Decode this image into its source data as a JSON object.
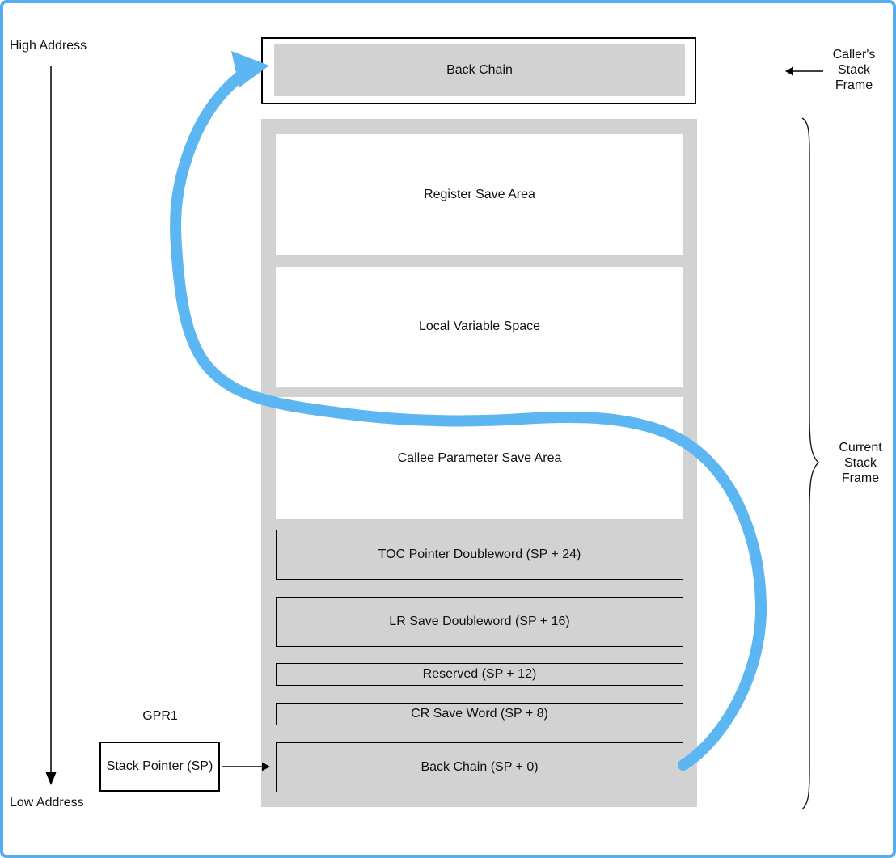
{
  "colors": {
    "accent_blue": "#5BB6F2",
    "page_border_blue": "#55AFEF",
    "box_gray": "#D2D2D2",
    "line_black": "#000000"
  },
  "side_labels": {
    "high_address": "High Address",
    "low_address": "Low Address"
  },
  "caller_frame": {
    "box_label": "Back Chain",
    "annotation": [
      "Caller's",
      "Stack",
      "Frame"
    ]
  },
  "current_frame": {
    "annotation": [
      "Current",
      "Stack",
      "Frame"
    ],
    "boxes": [
      {
        "label": "Register Save Area",
        "style": "white"
      },
      {
        "label": "Local Variable Space",
        "style": "white"
      },
      {
        "label": "Callee Parameter Save Area",
        "style": "white"
      },
      {
        "label": "TOC Pointer Doubleword (SP + 24)",
        "style": "gray"
      },
      {
        "label": "LR Save Doubleword (SP + 16)",
        "style": "gray"
      },
      {
        "label": "Reserved (SP + 12)",
        "style": "gray"
      },
      {
        "label": "CR Save Word (SP + 8)",
        "style": "gray"
      },
      {
        "label": "Back Chain (SP + 0)",
        "style": "gray"
      }
    ]
  },
  "stack_pointer": {
    "register_label": "GPR1",
    "box_label": "Stack Pointer (SP)"
  }
}
